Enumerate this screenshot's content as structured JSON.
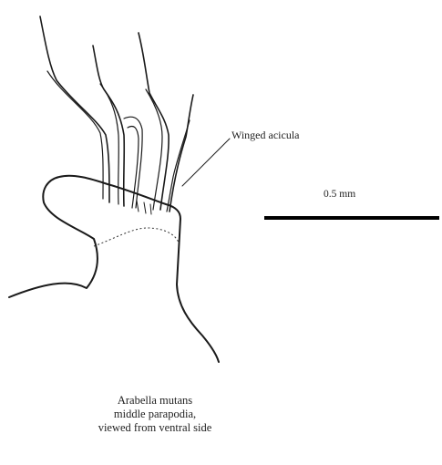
{
  "labels": {
    "aciculum": "Winged acicula",
    "scale": "0.5 mm"
  },
  "caption": {
    "line1": "Arabella mutans",
    "line2": "middle parapodia,",
    "line3": "viewed from ventral side"
  },
  "colors": {
    "ink": "#1a1a1a",
    "background": "#ffffff"
  }
}
